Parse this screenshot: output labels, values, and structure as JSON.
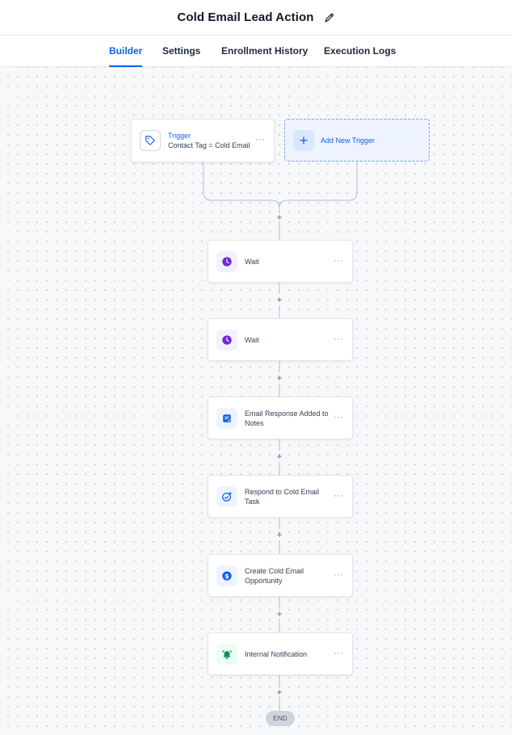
{
  "header": {
    "title": "Cold Email Lead Action"
  },
  "tabs": [
    {
      "label": "Builder",
      "active": true
    },
    {
      "label": "Settings",
      "active": false
    },
    {
      "label": "Enrollment History",
      "active": false
    },
    {
      "label": "Execution Logs",
      "active": false
    }
  ],
  "trigger": {
    "title": "Trigger",
    "condition": "Contact Tag = Cold Email",
    "icon": "tag-icon"
  },
  "add_trigger": {
    "label": "Add New Trigger"
  },
  "actions": [
    {
      "label": "Wait",
      "icon": "clock-icon",
      "color": "#6d28d9"
    },
    {
      "label": "Wait",
      "icon": "clock-icon",
      "color": "#6d28d9"
    },
    {
      "label": "Email Response Added to Notes",
      "icon": "notes-icon",
      "color": "#155eef"
    },
    {
      "label": "Respond to Cold Email Task",
      "icon": "task-check-icon",
      "color": "#155eef"
    },
    {
      "label": "Create Cold Email Opportunity",
      "icon": "dollar-icon",
      "color": "#155eef"
    },
    {
      "label": "Internal Notification",
      "icon": "bell-icon",
      "color": "#079455"
    }
  ],
  "add_step_symbol": "+",
  "end_label": "END",
  "colors": {
    "accent": "#155eef",
    "canvas": "#f7f8fa"
  }
}
